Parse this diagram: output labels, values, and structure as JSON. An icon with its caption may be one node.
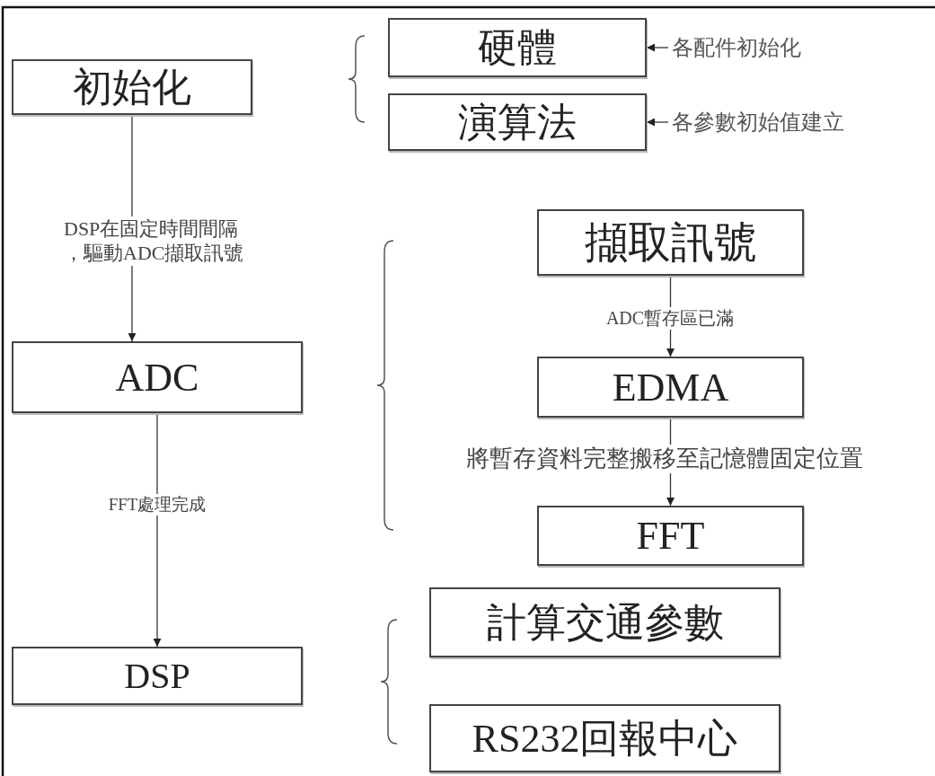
{
  "diagram": {
    "nodes": [
      {
        "text": [
          "初始化"
        ]
      },
      {
        "text": [
          "硬體"
        ]
      },
      {
        "text": [
          "演算法"
        ]
      },
      {
        "text": [
          "各配件初始化"
        ]
      },
      {
        "text": [
          "各參數初始值建立"
        ]
      },
      {
        "text": [
          "ADC"
        ]
      },
      {
        "text": [
          "擷取訊號"
        ]
      },
      {
        "text": [
          "EDMA"
        ]
      },
      {
        "text": [
          "FFT"
        ]
      },
      {
        "text": [
          "DSP"
        ]
      },
      {
        "text": [
          "計算交通參數"
        ]
      },
      {
        "text": [
          "RS232回報中心"
        ]
      }
    ],
    "edges": [
      {
        "from": 0,
        "to": 5,
        "arrow": "to",
        "label": "DSP在固定時間間隔，驅動ADC擷取訊號"
      },
      {
        "from": 5,
        "to": 9,
        "arrow": "to",
        "label": "FFT處理完成"
      },
      {
        "from": 6,
        "to": 7,
        "arrow": "to",
        "label": "ADC暫存區已滿"
      },
      {
        "from": 7,
        "to": 8,
        "arrow": "to",
        "label": "將暫存資料完整搬移至記憶體固定位置"
      },
      {
        "from": 3,
        "to": 1,
        "arrow": "to"
      },
      {
        "from": 4,
        "to": 2,
        "arrow": "to"
      }
    ]
  }
}
